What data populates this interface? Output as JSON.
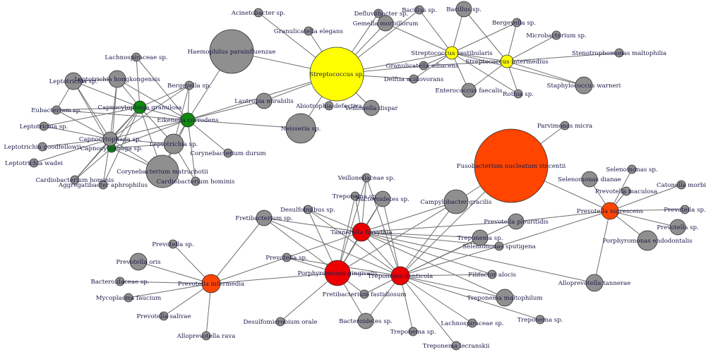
{
  "colors": {
    "gray": "#8f8f8f",
    "yellow": "#ffff00",
    "green": "#0f8a0f",
    "red": "#ee0000",
    "orange": "#ff4500",
    "label": "#1a1a4a",
    "edge": "#6e6e6e"
  },
  "nodes": [
    {
      "id": "strep",
      "label": "Streptococcus sp.",
      "color": "yellow",
      "size": 7
    },
    {
      "id": "strep_vest",
      "label": "Streptococcus vestibularis",
      "color": "yellow",
      "size": 2
    },
    {
      "id": "strep_int",
      "label": "Streptococcus intermedius",
      "color": "yellow",
      "size": 2
    },
    {
      "id": "acineto",
      "label": "Acinetobacter sp.",
      "color": "gray",
      "size": 1
    },
    {
      "id": "defluv",
      "label": "Defluviibacter sp.",
      "color": "gray",
      "size": 1
    },
    {
      "id": "granel",
      "label": "Granulicatella elegans",
      "color": "gray",
      "size": 1
    },
    {
      "id": "gemella",
      "label": "Gemella morbillorum",
      "color": "gray",
      "size": 2
    },
    {
      "id": "bacillus1",
      "label": "Bacillus sp.",
      "color": "gray",
      "size": 1
    },
    {
      "id": "bacillus2",
      "label": "Bacillus sp.",
      "color": "gray",
      "size": 2
    },
    {
      "id": "bergeyella1",
      "label": "Bergeyella sp.",
      "color": "gray",
      "size": 1
    },
    {
      "id": "microbact",
      "label": "Microbacterium sp.",
      "color": "gray",
      "size": 1
    },
    {
      "id": "stenotro",
      "label": "Stenotrophomonas maltophilia",
      "color": "gray",
      "size": 1
    },
    {
      "id": "staph",
      "label": "Staphylococcus warneri",
      "color": "gray",
      "size": 2
    },
    {
      "id": "rothia",
      "label": "Rothia sp.",
      "color": "gray",
      "size": 1
    },
    {
      "id": "enteroc",
      "label": "Enterococcus faecalis",
      "color": "gray",
      "size": 2
    },
    {
      "id": "granadj",
      "label": "Granulicatella adiacens",
      "color": "gray",
      "size": 1
    },
    {
      "id": "delftia",
      "label": "Delftia acidovorans",
      "color": "gray",
      "size": 1
    },
    {
      "id": "haemoph",
      "label": "Haemophilus parainfluenzae",
      "color": "gray",
      "size": 6
    },
    {
      "id": "lautrop",
      "label": "Lautropia mirabilis",
      "color": "gray",
      "size": 2
    },
    {
      "id": "abiotro",
      "label": "Abiotrophia defectiva",
      "color": "gray",
      "size": 1
    },
    {
      "id": "veillodisp",
      "label": "Veillonella dispar",
      "color": "gray",
      "size": 2
    },
    {
      "id": "neisseria",
      "label": "Neisseria sp.",
      "color": "gray",
      "size": 3
    },
    {
      "id": "corydurum",
      "label": "Corynebacterium durum",
      "color": "gray",
      "size": 1
    },
    {
      "id": "eikenella",
      "label": "Eikenella corrodens",
      "color": "green",
      "size": 2
    },
    {
      "id": "capgran",
      "label": "Capnocytophaga granulosa",
      "color": "green",
      "size": 2
    },
    {
      "id": "capsp2",
      "label": "Capnocytophaga sp.",
      "color": "green",
      "size": 1
    },
    {
      "id": "capsp1",
      "label": "Capnocytophaga sp.",
      "color": "gray",
      "size": 2
    },
    {
      "id": "lachno1",
      "label": "Lachnospiraceae sp.",
      "color": "gray",
      "size": 1
    },
    {
      "id": "leptohong",
      "label": "Leptotrichia hongkongensis",
      "color": "gray",
      "size": 2
    },
    {
      "id": "lepto1",
      "label": "Leptotrichia sp.",
      "color": "gray",
      "size": 2
    },
    {
      "id": "bergeyella2",
      "label": "Bergeyella sp.",
      "color": "gray",
      "size": 1
    },
    {
      "id": "eubact",
      "label": "Eubacterium sp.",
      "color": "gray",
      "size": 1
    },
    {
      "id": "lepto2",
      "label": "Leptotrichia sp.",
      "color": "gray",
      "size": 1
    },
    {
      "id": "leptogood",
      "label": "Leptotrichia goodfellowii",
      "color": "gray",
      "size": 1
    },
    {
      "id": "leptowadei",
      "label": "Leptotrichia wadei",
      "color": "gray",
      "size": 1
    },
    {
      "id": "cardio1",
      "label": "Cardiobacterium hominis",
      "color": "gray",
      "size": 1
    },
    {
      "id": "aggreg",
      "label": "Aggregatibacter aphrophilus",
      "color": "gray",
      "size": 1
    },
    {
      "id": "lepto3",
      "label": "Leptotrichia sp.",
      "color": "gray",
      "size": 3
    },
    {
      "id": "corymatr",
      "label": "Corynebacterium matruchotii",
      "color": "gray",
      "size": 4
    },
    {
      "id": "cardio2",
      "label": "Cardiobacterium hominis",
      "color": "gray",
      "size": 1
    },
    {
      "id": "fuso",
      "label": "Fusobacterium nucleatum vincentii",
      "color": "orange",
      "size": 8
    },
    {
      "id": "parvimonas",
      "label": "Parvimonas micra",
      "color": "gray",
      "size": 1
    },
    {
      "id": "selenodianae",
      "label": "Selenomonas dianae",
      "color": "gray",
      "size": 2
    },
    {
      "id": "selenosp",
      "label": "Selenomonas sp.",
      "color": "gray",
      "size": 1
    },
    {
      "id": "prevomac",
      "label": "Prevotella maculosa",
      "color": "gray",
      "size": 1
    },
    {
      "id": "catonella",
      "label": "Catonella morbi",
      "color": "gray",
      "size": 1
    },
    {
      "id": "prevnig",
      "label": "Prevotella nigrescens",
      "color": "orange",
      "size": 2
    },
    {
      "id": "prevsp1",
      "label": "Prevotella sp.",
      "color": "gray",
      "size": 1
    },
    {
      "id": "prevsp2",
      "label": "Prevotella sp.",
      "color": "gray",
      "size": 2
    },
    {
      "id": "porphendo",
      "label": "Porphyromonas endodontalis",
      "color": "gray",
      "size": 3
    },
    {
      "id": "alloprevt",
      "label": "Alloprevotella tannerae",
      "color": "gray",
      "size": 2
    },
    {
      "id": "selenospu",
      "label": "Selenomonas sputigena",
      "color": "gray",
      "size": 1
    },
    {
      "id": "prevpleu",
      "label": "Prevotella pleuritidis",
      "color": "gray",
      "size": 2
    },
    {
      "id": "veillonell",
      "label": "Veillonellaceae sp.",
      "color": "gray",
      "size": 1
    },
    {
      "id": "trepsp1",
      "label": "Treponema sp.",
      "color": "gray",
      "size": 1
    },
    {
      "id": "bacteroid1",
      "label": "Bacteroidetes sp.",
      "color": "gray",
      "size": 2
    },
    {
      "id": "desulfob",
      "label": "Desulfobulbus sp.",
      "color": "gray",
      "size": 1
    },
    {
      "id": "campy",
      "label": "Campylobacter gracilis",
      "color": "gray",
      "size": 3
    },
    {
      "id": "fretisp",
      "label": "Fretibacterium sp.",
      "color": "gray",
      "size": 2
    },
    {
      "id": "tannerella",
      "label": "Tannerella forsythia",
      "color": "red",
      "size": 3
    },
    {
      "id": "trepsp2",
      "label": "Treponema sp.",
      "color": "gray",
      "size": 2
    },
    {
      "id": "prevsp3",
      "label": "Prevotella sp.",
      "color": "gray",
      "size": 1
    },
    {
      "id": "prevsp4",
      "label": "Prevotella sp.",
      "color": "gray",
      "size": 1
    },
    {
      "id": "porphging",
      "label": "Porphyromonas gingivalis",
      "color": "red",
      "size": 5
    },
    {
      "id": "trepden",
      "label": "Treponema denticola",
      "color": "red",
      "size": 3
    },
    {
      "id": "prevoris",
      "label": "Prevotella oris",
      "color": "gray",
      "size": 2
    },
    {
      "id": "bacteroid2",
      "label": "Bacteroidaceae sp.",
      "color": "gray",
      "size": 1
    },
    {
      "id": "previnter",
      "label": "Prevotella intermedia",
      "color": "orange",
      "size": 3
    },
    {
      "id": "mycopl",
      "label": "Mycoplasma faucium",
      "color": "gray",
      "size": 1
    },
    {
      "id": "prevsaliv",
      "label": "Prevotella salivae",
      "color": "gray",
      "size": 1
    },
    {
      "id": "alloprevr",
      "label": "Alloprevotella rava",
      "color": "gray",
      "size": 1
    },
    {
      "id": "desulfomic",
      "label": "Desulfomicrobium orale",
      "color": "gray",
      "size": 1
    },
    {
      "id": "fretifast",
      "label": "Fretibacterium fastidiosum",
      "color": "gray",
      "size": 1
    },
    {
      "id": "filifac",
      "label": "Filifactor alocis",
      "color": "gray",
      "size": 1
    },
    {
      "id": "trepmalt",
      "label": "Treponema maltophilum",
      "color": "gray",
      "size": 2
    },
    {
      "id": "bacteroid3",
      "label": "Bacteroidetes sp.",
      "color": "gray",
      "size": 2
    },
    {
      "id": "trepsp3",
      "label": "Treponema sp.",
      "color": "gray",
      "size": 1
    },
    {
      "id": "lachno2",
      "label": "Lachnospiraceae sp.",
      "color": "gray",
      "size": 1
    },
    {
      "id": "trepsp4",
      "label": "Treponema sp.",
      "color": "gray",
      "size": 1
    },
    {
      "id": "treplec",
      "label": "Treponema lecranskii",
      "color": "gray",
      "size": 1
    }
  ],
  "edges": [
    [
      "strep",
      "acineto"
    ],
    [
      "strep",
      "defluv"
    ],
    [
      "strep",
      "granel"
    ],
    [
      "strep",
      "gemella"
    ],
    [
      "strep",
      "haemoph"
    ],
    [
      "strep",
      "lautrop"
    ],
    [
      "strep",
      "abiotro"
    ],
    [
      "strep",
      "veillodisp"
    ],
    [
      "strep",
      "neisseria"
    ],
    [
      "strep",
      "granadj"
    ],
    [
      "strep",
      "delftia"
    ],
    [
      "strep",
      "strep_vest"
    ],
    [
      "strep",
      "eikenella"
    ],
    [
      "strep",
      "bacillus1"
    ],
    [
      "strep_vest",
      "bacillus1"
    ],
    [
      "strep_vest",
      "bacillus2"
    ],
    [
      "strep_vest",
      "gemella"
    ],
    [
      "strep_vest",
      "granadj"
    ],
    [
      "strep_vest",
      "delftia"
    ],
    [
      "strep_vest",
      "enteroc"
    ],
    [
      "strep_vest",
      "strep_int"
    ],
    [
      "strep_vest",
      "rothia"
    ],
    [
      "strep_vest",
      "staph"
    ],
    [
      "strep_vest",
      "bergeyella1"
    ],
    [
      "strep_int",
      "bacillus2"
    ],
    [
      "strep_int",
      "bergeyella1"
    ],
    [
      "strep_int",
      "microbact"
    ],
    [
      "strep_int",
      "stenotro"
    ],
    [
      "strep_int",
      "staph"
    ],
    [
      "strep_int",
      "rothia"
    ],
    [
      "strep_int",
      "enteroc"
    ],
    [
      "strep_int",
      "granadj"
    ],
    [
      "eikenella",
      "haemoph"
    ],
    [
      "eikenella",
      "neisseria"
    ],
    [
      "eikenella",
      "lautrop"
    ],
    [
      "eikenella",
      "corydurum"
    ],
    [
      "eikenella",
      "capgran"
    ],
    [
      "eikenella",
      "capsp1"
    ],
    [
      "eikenella",
      "capsp2"
    ],
    [
      "eikenella",
      "bergeyella2"
    ],
    [
      "eikenella",
      "lepto3"
    ],
    [
      "eikenella",
      "corymatr"
    ],
    [
      "eikenella",
      "cardio2"
    ],
    [
      "eikenella",
      "leptohong"
    ],
    [
      "eikenella",
      "lachno1"
    ],
    [
      "eikenella",
      "eubact"
    ],
    [
      "capgran",
      "lachno1"
    ],
    [
      "capgran",
      "leptohong"
    ],
    [
      "capgran",
      "lepto1"
    ],
    [
      "capgran",
      "bergeyella2"
    ],
    [
      "capgran",
      "eubact"
    ],
    [
      "capgran",
      "lepto2"
    ],
    [
      "capgran",
      "capsp1"
    ],
    [
      "capgran",
      "capsp2"
    ],
    [
      "capgran",
      "lepto3"
    ],
    [
      "capgran",
      "corymatr"
    ],
    [
      "capgran",
      "aggreg"
    ],
    [
      "capgran",
      "cardio1"
    ],
    [
      "capsp1",
      "lepto1"
    ],
    [
      "capsp1",
      "leptohong"
    ],
    [
      "capsp1",
      "eubact"
    ],
    [
      "capsp1",
      "lepto2"
    ],
    [
      "capsp1",
      "leptogood"
    ],
    [
      "capsp1",
      "leptowadei"
    ],
    [
      "capsp1",
      "cardio1"
    ],
    [
      "capsp1",
      "aggreg"
    ],
    [
      "capsp1",
      "lepto3"
    ],
    [
      "capsp1",
      "corymatr"
    ],
    [
      "capsp1",
      "capsp2"
    ],
    [
      "capsp1",
      "bergeyella2"
    ],
    [
      "capsp2",
      "lepto1"
    ],
    [
      "capsp2",
      "leptohong"
    ],
    [
      "capsp2",
      "corymatr"
    ],
    [
      "capsp2",
      "cardio1"
    ],
    [
      "capsp2",
      "lepto3"
    ],
    [
      "lepto1",
      "leptohong"
    ],
    [
      "lepto1",
      "eubact"
    ],
    [
      "lepto3",
      "corymatr"
    ],
    [
      "lepto3",
      "bergeyella2"
    ],
    [
      "lepto3",
      "cardio2"
    ],
    [
      "fuso",
      "parvimonas"
    ],
    [
      "fuso",
      "prevnig"
    ],
    [
      "fuso",
      "campy"
    ],
    [
      "fuso",
      "trepden"
    ],
    [
      "prevnig",
      "selenodianae"
    ],
    [
      "prevnig",
      "selenosp"
    ],
    [
      "prevnig",
      "prevomac"
    ],
    [
      "prevnig",
      "catonella"
    ],
    [
      "prevnig",
      "prevsp1"
    ],
    [
      "prevnig",
      "prevsp2"
    ],
    [
      "prevnig",
      "porphendo"
    ],
    [
      "prevnig",
      "alloprevt"
    ],
    [
      "prevnig",
      "selenospu"
    ],
    [
      "prevnig",
      "prevpleu"
    ],
    [
      "tannerella",
      "veillonell"
    ],
    [
      "tannerella",
      "trepsp1"
    ],
    [
      "tannerella",
      "bacteroid1"
    ],
    [
      "tannerella",
      "desulfob"
    ],
    [
      "tannerella",
      "campy"
    ],
    [
      "tannerella",
      "fretisp"
    ],
    [
      "tannerella",
      "trepsp2"
    ],
    [
      "tannerella",
      "porphging"
    ],
    [
      "tannerella",
      "trepden"
    ],
    [
      "tannerella",
      "prevpleu"
    ],
    [
      "tannerella",
      "selenospu"
    ],
    [
      "tannerella",
      "alloprevt"
    ],
    [
      "tannerella",
      "filifac"
    ],
    [
      "tannerella",
      "trepmalt"
    ],
    [
      "tannerella",
      "prevsp4"
    ],
    [
      "porphging",
      "prevsp4"
    ],
    [
      "porphging",
      "fretisp"
    ],
    [
      "porphging",
      "desulfomic"
    ],
    [
      "porphging",
      "fretifast"
    ],
    [
      "porphging",
      "bacteroid3"
    ],
    [
      "porphging",
      "trepden"
    ],
    [
      "porphging",
      "trepsp1"
    ],
    [
      "porphging",
      "desulfob"
    ],
    [
      "porphging",
      "veillonell"
    ],
    [
      "porphging",
      "bacteroid1"
    ],
    [
      "porphging",
      "campy"
    ],
    [
      "porphging",
      "previnter"
    ],
    [
      "trepden",
      "campy"
    ],
    [
      "trepden",
      "trepsp2"
    ],
    [
      "trepden",
      "prevpleu"
    ],
    [
      "trepden",
      "selenospu"
    ],
    [
      "trepden",
      "filifac"
    ],
    [
      "trepden",
      "trepmalt"
    ],
    [
      "trepden",
      "trepsp3"
    ],
    [
      "trepden",
      "trepsp4"
    ],
    [
      "trepden",
      "lachno2"
    ],
    [
      "trepden",
      "treplec"
    ],
    [
      "trepden",
      "bacteroid3"
    ],
    [
      "trepden",
      "fretifast"
    ],
    [
      "trepden",
      "veillonell"
    ],
    [
      "trepden",
      "bacteroid1"
    ],
    [
      "trepden",
      "desulfob"
    ],
    [
      "trepden",
      "fretisp"
    ],
    [
      "trepden",
      "prevsp4"
    ],
    [
      "previnter",
      "fretisp"
    ],
    [
      "previnter",
      "prevsp3"
    ],
    [
      "previnter",
      "prevoris"
    ],
    [
      "previnter",
      "bacteroid2"
    ],
    [
      "previnter",
      "mycopl"
    ],
    [
      "previnter",
      "prevsaliv"
    ],
    [
      "previnter",
      "alloprevr"
    ],
    [
      "previnter",
      "prevsp4"
    ]
  ]
}
